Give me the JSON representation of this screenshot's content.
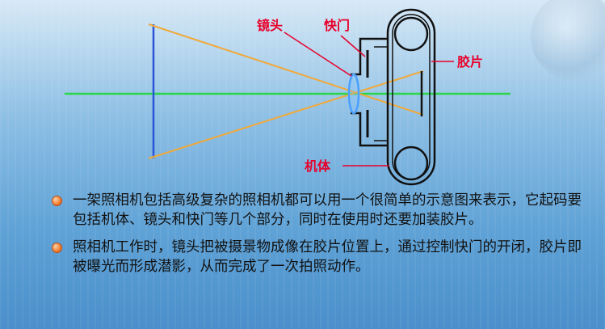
{
  "diagram": {
    "labels": {
      "lens": "镜头",
      "shutter": "快门",
      "film": "胶片",
      "body": "机体"
    }
  },
  "bullets": [
    {
      "text": "一架照相机包括高级复杂的照相机都可以用一个很简单的示意图来表示，它起码要包括机体、镜头和快门等几个部分，同时在使用时还要加装胶片。"
    },
    {
      "text": "照相机工作时，镜头把被摄景物成像在胶片位置上，通过控制快门的开闭，胶片即被曝光而形成潜影，从而完成了一次拍照动作。"
    }
  ],
  "colors": {
    "axis": "#2bd64a",
    "rays": "#f0a93a",
    "object": "#2a55d8",
    "lens": "#4aa0ff",
    "label": "#e8002a",
    "outline": "#111111",
    "bullet": "#f07b2c"
  }
}
